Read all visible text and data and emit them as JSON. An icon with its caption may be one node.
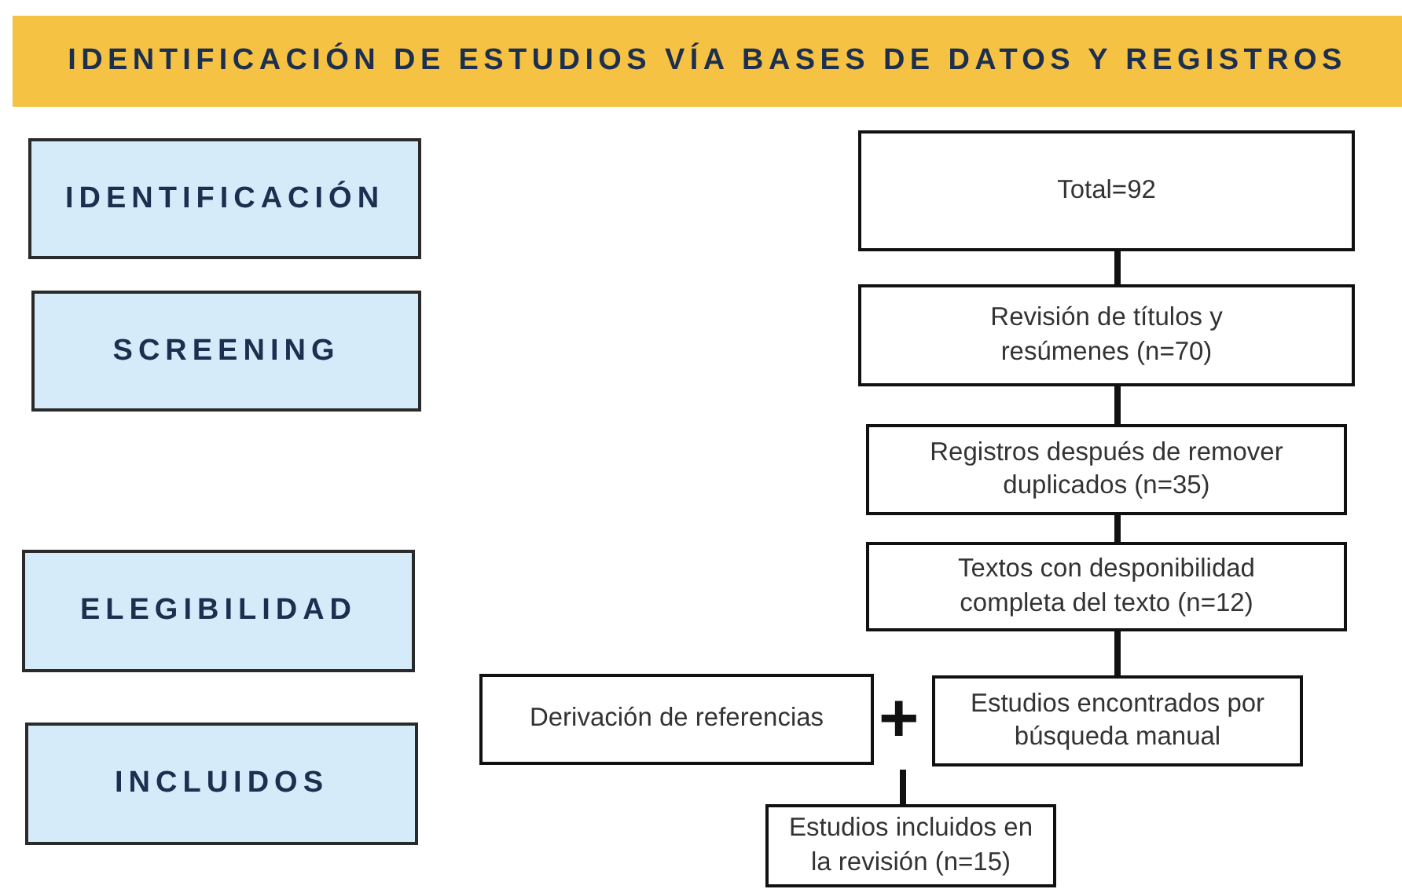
{
  "diagram": {
    "title": "IDENTIFICACIÓN DE ESTUDIOS VÍA BASES DE DATOS Y REGISTROS",
    "nodes": [
      {
        "text": [
          "IDENTIFICACIÓN"
        ]
      },
      {
        "text": [
          "Total=92"
        ]
      },
      {
        "text": [
          "SCREENING"
        ]
      },
      {
        "text": [
          "Revisión de títulos y resúmenes (n=70)"
        ]
      },
      {
        "text": [
          "Registros después de remover duplicados (n=35)"
        ]
      },
      {
        "text": [
          "ELEGIBILIDAD"
        ]
      },
      {
        "text": [
          "Textos con desponibilidad completa del texto (n=12)"
        ]
      },
      {
        "text": [
          "Derivación de referencias"
        ]
      },
      {
        "text": [
          "Estudios encontrados por búsqueda manual"
        ]
      },
      {
        "text": [
          "INCLUIDOS"
        ]
      },
      {
        "text": [
          "Estudios incluidos en la revisión (n=15)"
        ]
      }
    ],
    "edges": [
      {
        "from": 1,
        "to": 3,
        "arrow": "none"
      },
      {
        "from": 3,
        "to": 4,
        "arrow": "none"
      },
      {
        "from": 4,
        "to": 6,
        "arrow": "none"
      },
      {
        "from": 6,
        "to": 8,
        "arrow": "none"
      },
      {
        "from": 7,
        "to": 10,
        "arrow": "none"
      },
      {
        "from": 8,
        "to": 10,
        "arrow": "none"
      }
    ],
    "labels": [
      "+"
    ]
  }
}
